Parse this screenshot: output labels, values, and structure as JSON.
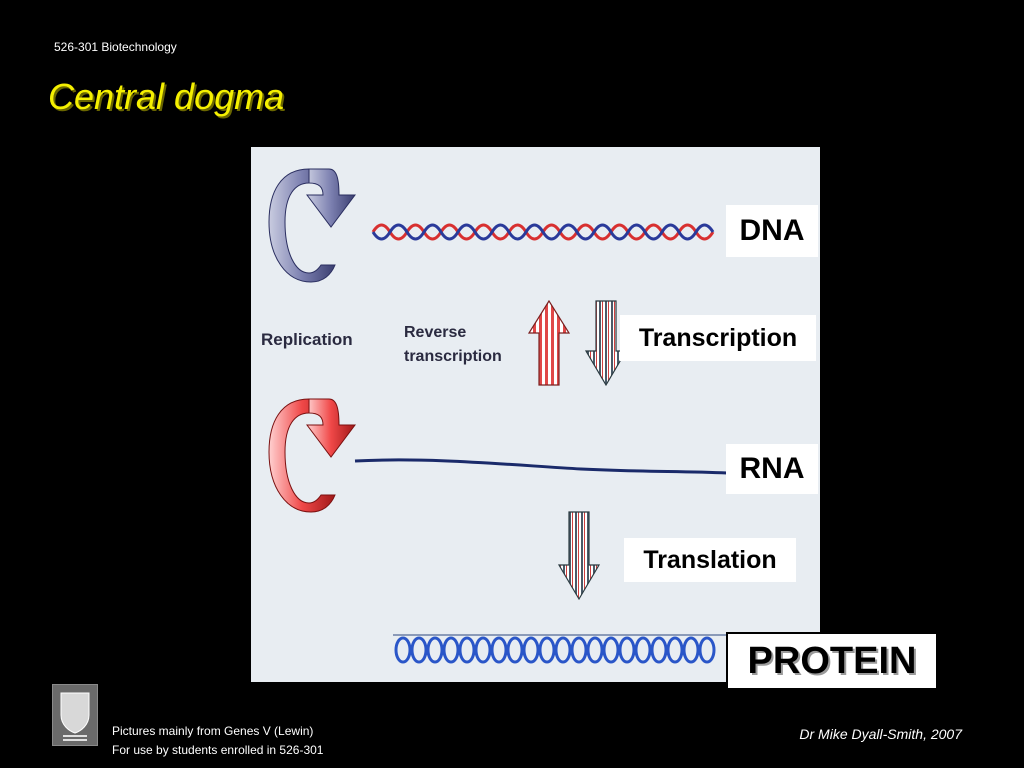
{
  "course_code": "526-301 Biotechnology",
  "title": "Central dogma",
  "figure": {
    "label_replication": "Replication",
    "label_reverse_1": "Reverse",
    "label_reverse_2": "transcription"
  },
  "labels": {
    "dna": "DNA",
    "transcription": "Transcription",
    "rna": "RNA",
    "translation": "Translation",
    "protein": "PROTEIN"
  },
  "footer": {
    "source": "Pictures mainly from Genes V (Lewin)",
    "usage": "For use by students enrolled in 526-301",
    "author": "Dr Mike Dyall-Smith, 2007"
  },
  "colors": {
    "title": "#f5f000",
    "dna_strand_a": "#d83030",
    "dna_strand_b": "#2a3a9a",
    "rna": "#1a2a6a",
    "protein_helix": "#2a56c8",
    "replication_arrow": "#6a6fa0",
    "rna_replication_arrow": "#e03030"
  }
}
